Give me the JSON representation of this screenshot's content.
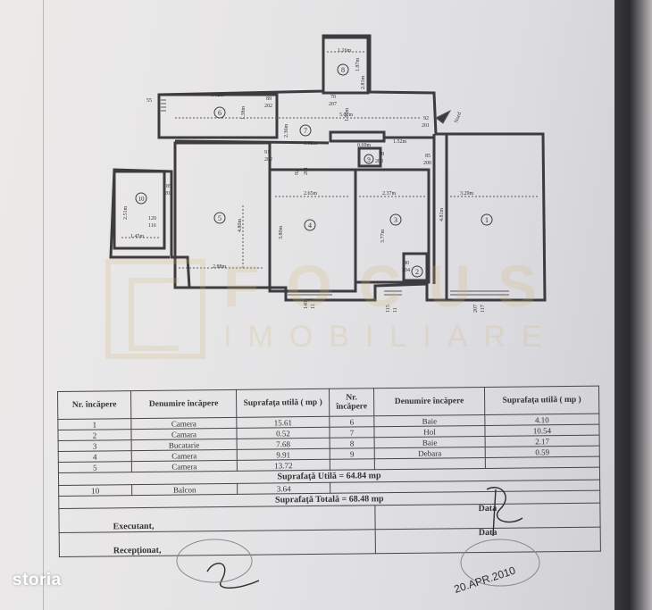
{
  "plan": {
    "rooms": [
      {
        "num": "1",
        "code": "202",
        "area": "",
        "dim_a": "3.29m",
        "dim_b": "4.81m"
      },
      {
        "num": "2",
        "code": "",
        "area": "",
        "dim_a": "",
        "dim_b": ""
      },
      {
        "num": "3",
        "code": "203",
        "area": "78",
        "dim_a": "2.37m",
        "dim_b": "3.77m"
      },
      {
        "num": "4",
        "code": "201",
        "area": "92",
        "dim_a": "2.65m",
        "dim_b": "3.80m"
      },
      {
        "num": "5",
        "code": "202",
        "area": "91",
        "dim_a": "2.88m",
        "dim_b": "4.80m"
      },
      {
        "num": "6",
        "code": "202",
        "area": "89",
        "dim_a": "3.12m",
        "dim_b": "1.38m"
      },
      {
        "num": "7",
        "code": "",
        "area": "",
        "dim_a": "5.07m",
        "dim_b": "2.36m"
      },
      {
        "num": "8",
        "code": "",
        "area": "",
        "dim_a": "1.16m",
        "dim_b": "1.87m"
      },
      {
        "num": "9",
        "code": "",
        "area": "",
        "dim_a": "0.69m",
        "dim_b": ""
      },
      {
        "num": "10",
        "code": "",
        "area": "",
        "dim_a": "1.45m",
        "dim_b": "2.51m"
      }
    ],
    "extra_labels": {
      "hall_left": "1.92m",
      "hall_right": "1.52m",
      "balcony_code": "120",
      "balcony_sub": "116",
      "code_85_a": "85",
      "code_85_b": "85",
      "code_200": "200",
      "code_201": "201",
      "code_92": "92",
      "code_80": "80",
      "code_204": "204",
      "code_70": "70",
      "code_207": "207",
      "code_55": "55",
      "door_a": "140",
      "door_b": "115",
      "door_c": "207",
      "door_a_sub": "11",
      "door_b_sub": "11",
      "door_c_sub": "117",
      "dim_190": "1.90m",
      "dim_81": "2.81m",
      "north": "Nord"
    }
  },
  "watermark": {
    "main": "FOCUS",
    "sub": "IMOBILIARE"
  },
  "table": {
    "headers": {
      "nr": "Nr. încăpere",
      "denumire": "Denumire încăpere",
      "suprafata": "Suprafaţa utilă ( mp )"
    },
    "rows": [
      {
        "nr": "1",
        "name": "Camera",
        "area": "15.61",
        "nr2": "6",
        "name2": "Baie",
        "area2": "4.10"
      },
      {
        "nr": "2",
        "name": "Camara",
        "area": "0.52",
        "nr2": "7",
        "name2": "Hol",
        "area2": "10.54"
      },
      {
        "nr": "3",
        "name": "Bucatarie",
        "area": "7.68",
        "nr2": "8",
        "name2": "Baie",
        "area2": "2.17"
      },
      {
        "nr": "4",
        "name": "Camera",
        "area": "9.91",
        "nr2": "9",
        "name2": "Debara",
        "area2": "0.59"
      },
      {
        "nr": "5",
        "name": "Camera",
        "area": "13.72",
        "nr2": "",
        "name2": "",
        "area2": ""
      }
    ],
    "suprafata_utila": "Suprafaţă Utilă = 64.84 mp",
    "balcon": {
      "nr": "10",
      "name": "Balcon",
      "area": "3.64"
    },
    "suprafata_totala": "Suprafaţă Totală = 68.48 mp",
    "executant": "Executant,",
    "receptionat": "Recepţionat,",
    "data": "Data",
    "handwritten_date": "20.APR.2010"
  },
  "branding": {
    "storia": "storia"
  }
}
